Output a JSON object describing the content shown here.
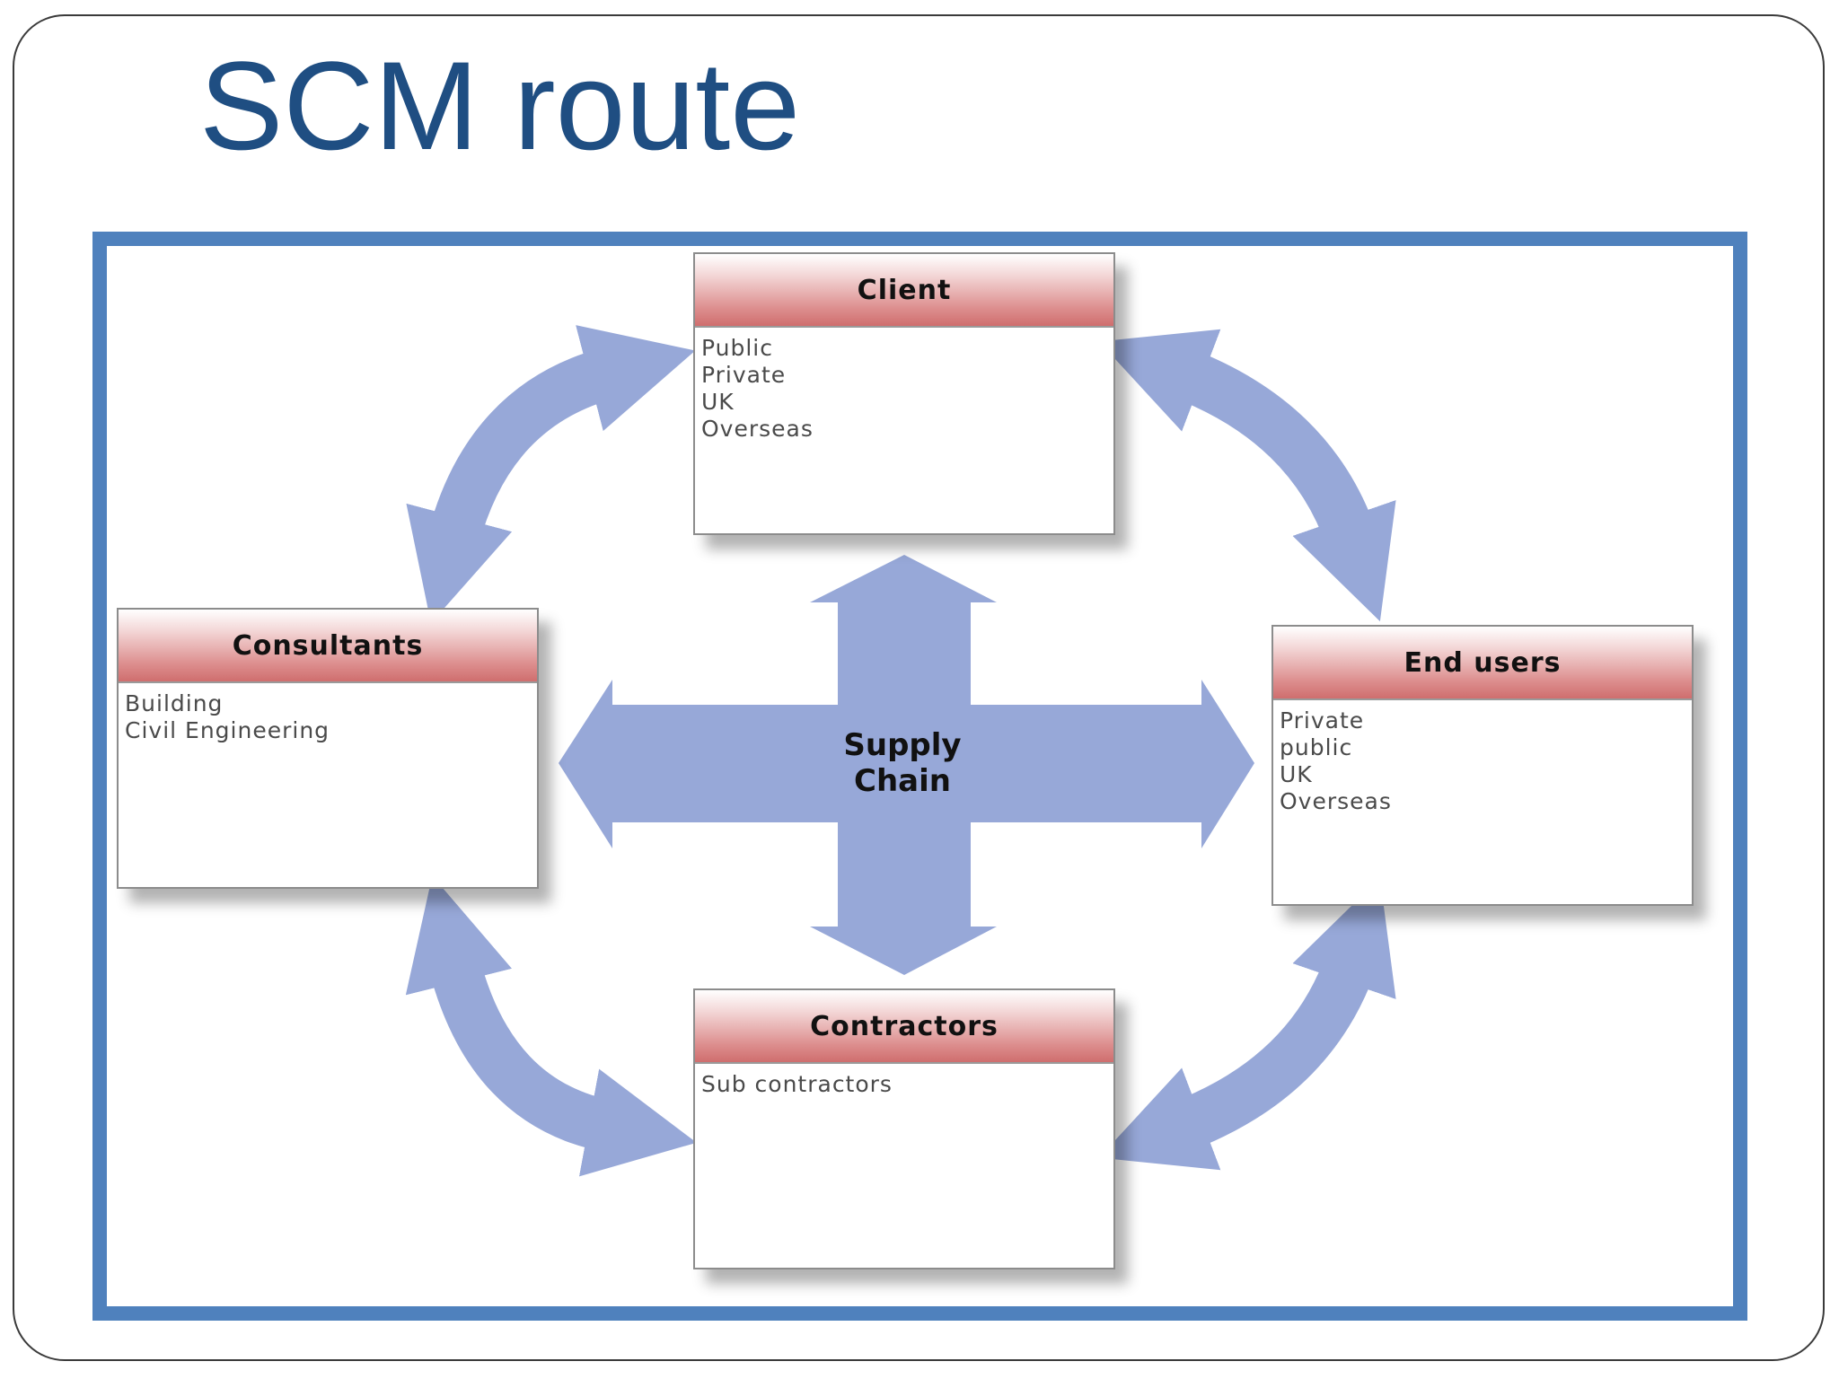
{
  "slide": {
    "title": "SCM route"
  },
  "diagram": {
    "center_label_line1": "Supply",
    "center_label_line2": "Chain",
    "arrow_color": "#97a8d8",
    "frame_color": "#4f81bd",
    "title_color": "#1f4e82",
    "boxes": {
      "client": {
        "title": "Client",
        "items": [
          "Public",
          "Private",
          "UK",
          "Overseas"
        ]
      },
      "consultants": {
        "title": "Consultants",
        "items": [
          "Building",
          "Civil Engineering"
        ]
      },
      "end_users": {
        "title": "End users",
        "items": [
          "Private",
          "public",
          "UK",
          "Overseas"
        ]
      },
      "contractors": {
        "title": "Contractors",
        "items": [
          "Sub contractors"
        ]
      }
    }
  }
}
